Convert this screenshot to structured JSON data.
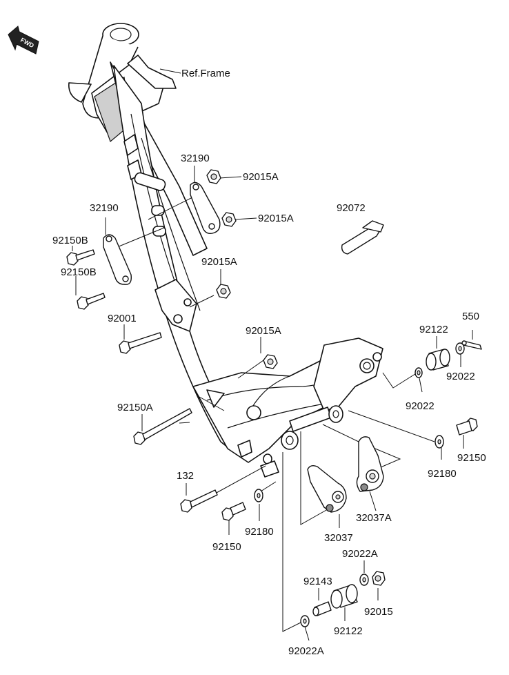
{
  "fwd_label": "FWD",
  "ref_frame": "Ref.Frame",
  "parts": {
    "p32190_right": "32190",
    "p92015A_1": "92015A",
    "p32190_left": "32190",
    "p92015A_2": "92015A",
    "p92072": "92072",
    "p92150B_1": "92150B",
    "p92150B_2": "92150B",
    "p92015A_3": "92015A",
    "p92001": "92001",
    "p92015A_4": "92015A",
    "p550": "550",
    "p92122_upper": "92122",
    "p92022_right": "92022",
    "p92022_mid": "92022",
    "p92150A": "92150A",
    "p92150_right": "92150",
    "p92180_right": "92180",
    "p132": "132",
    "p92180_left": "92180",
    "p32037A": "32037A",
    "p32037": "32037",
    "p92150_left": "92150",
    "p92022A_top": "92022A",
    "p92143": "92143",
    "p92015": "92015",
    "p92122_lower": "92122",
    "p92022A_bottom": "92022A"
  }
}
